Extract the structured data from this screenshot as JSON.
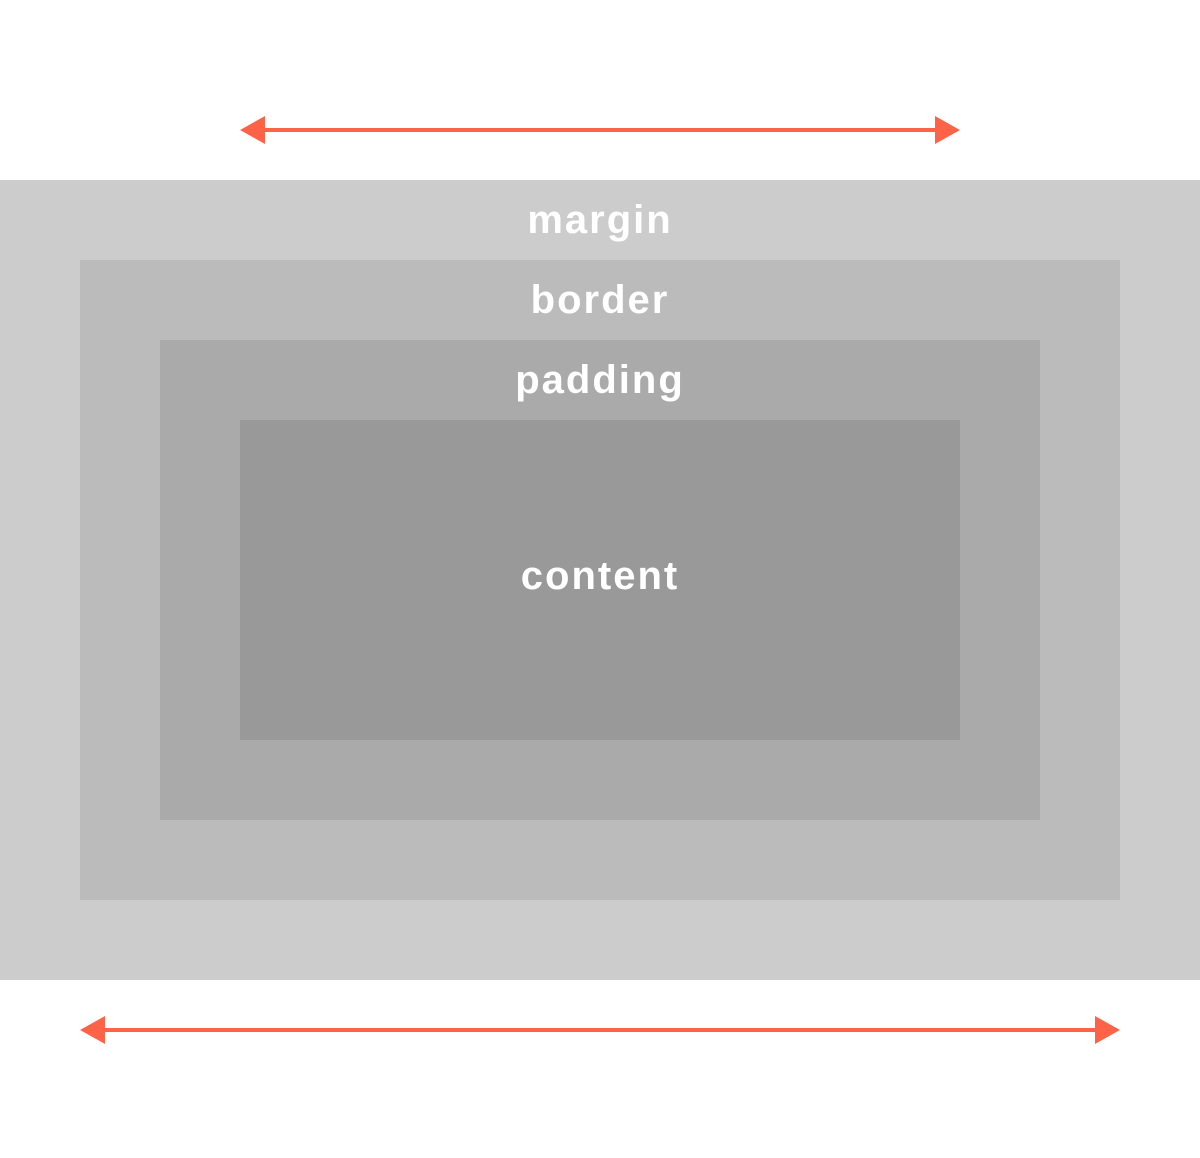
{
  "labels": {
    "margin": "margin",
    "border": "border",
    "padding": "padding",
    "content": "content"
  },
  "colors": {
    "margin": "#cccccc",
    "border": "#bbbbbb",
    "padding": "#aaaaaa",
    "content": "#999999",
    "arrow": "#ff6347",
    "label": "#ffffff"
  },
  "icons": {
    "top_arrow": "double-headed-arrow",
    "bottom_arrow": "double-headed-arrow"
  }
}
